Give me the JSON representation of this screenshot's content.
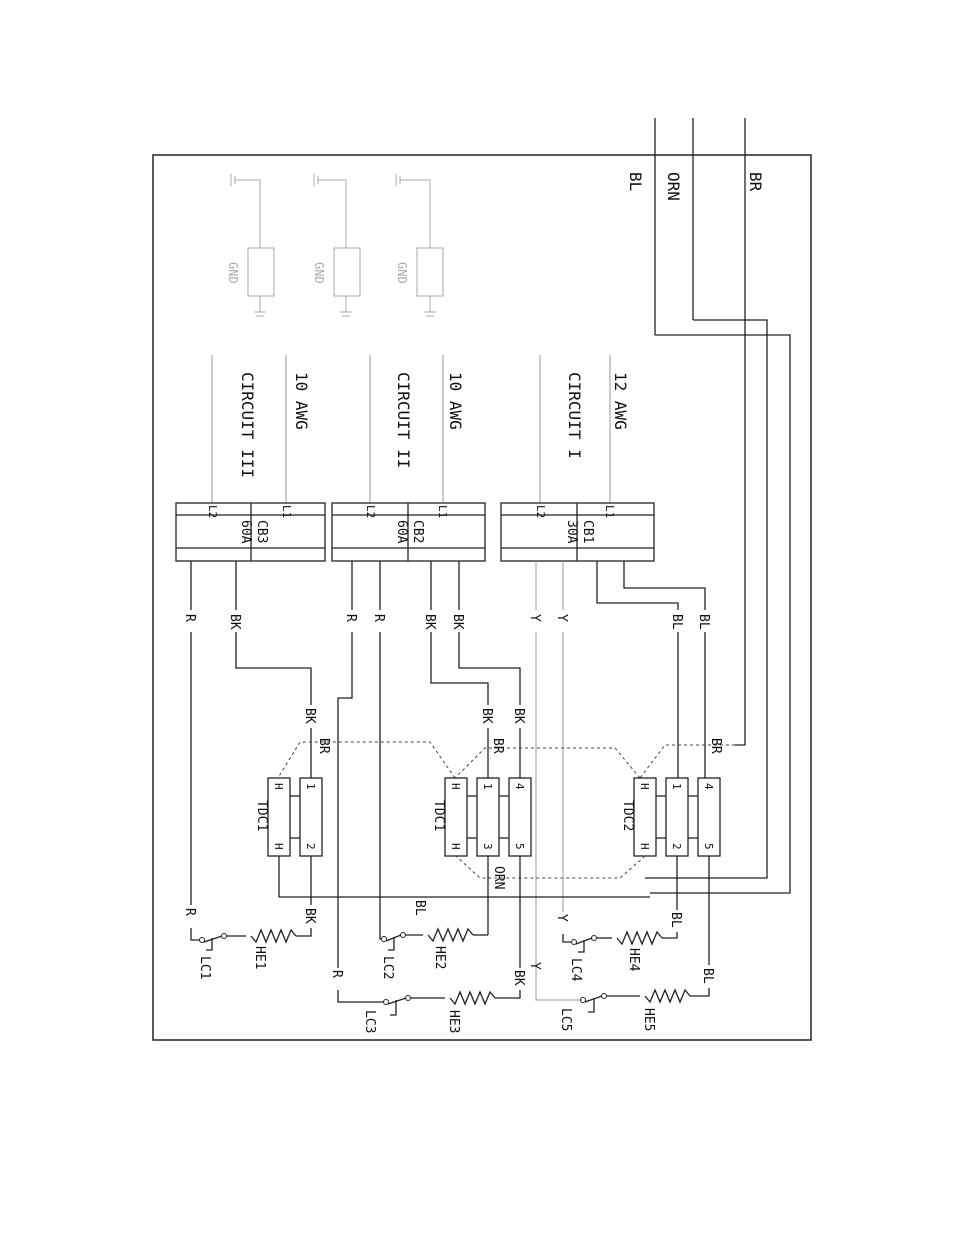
{
  "feeds": {
    "bl": "BL",
    "orn": "ORN",
    "br": "BR"
  },
  "gnd": [
    "GND",
    "GND",
    "GND"
  ],
  "circuits": [
    {
      "awg": "12 AWG",
      "name": "CIRCUIT I"
    },
    {
      "awg": "10 AWG",
      "name": "CIRCUIT II"
    },
    {
      "awg": "10 AWG",
      "name": "CIRCUIT III"
    }
  ],
  "breakers": [
    {
      "name": "CB1",
      "rating": "30A",
      "l1": "L1",
      "l2": "L2"
    },
    {
      "name": "CB2",
      "rating": "60A",
      "l1": "L1",
      "l2": "L2"
    },
    {
      "name": "CB3",
      "rating": "60A",
      "l1": "L1",
      "l2": "L2"
    }
  ],
  "tdc": {
    "tdc1": "TDC1",
    "tdc2a": "TDC1",
    "tdc3": "TDC2"
  },
  "heaters": [
    "HE1",
    "HE2",
    "HE3",
    "HE4",
    "HE5"
  ],
  "limits": [
    "LC1",
    "LC2",
    "LC3",
    "LC4",
    "LC5"
  ],
  "wires": {
    "R": "R",
    "BK": "BK",
    "Y": "Y",
    "BL": "BL",
    "BR": "BR",
    "ORN": "ORN"
  },
  "pins": {
    "h": "H",
    "p1": "1",
    "p2": "2",
    "p3": "3",
    "p4": "4",
    "p5": "5"
  }
}
